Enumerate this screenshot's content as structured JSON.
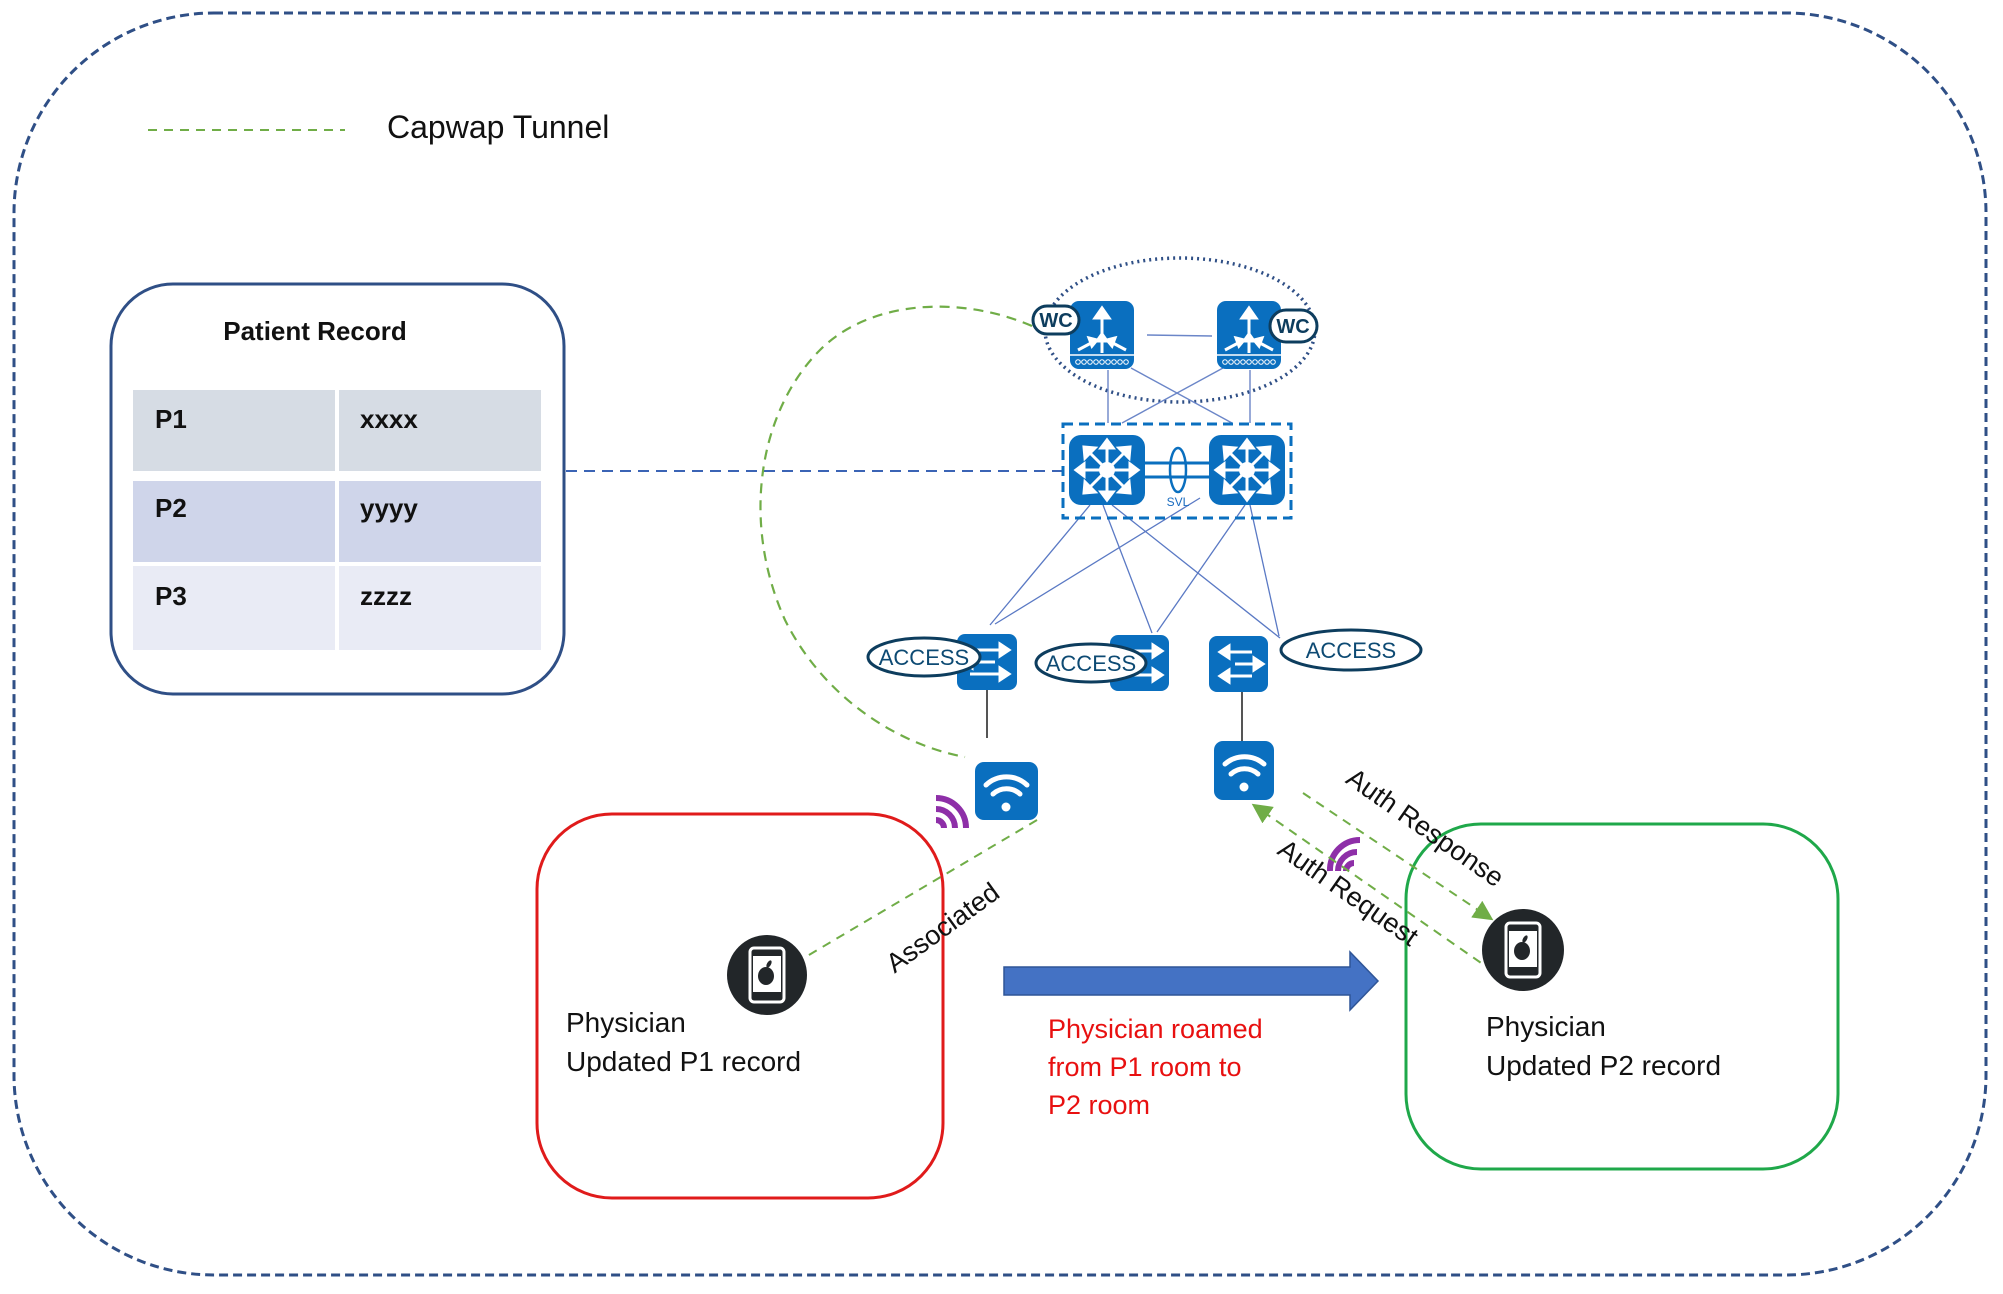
{
  "legend": {
    "capwap_label": "Capwap Tunnel"
  },
  "patient_record": {
    "title": "Patient Record",
    "rows": [
      {
        "id": "P1",
        "value": "xxxx"
      },
      {
        "id": "P2",
        "value": "yyyy"
      },
      {
        "id": "P3",
        "value": "zzzz"
      }
    ]
  },
  "network": {
    "controller_badge": "WC",
    "svl_label": "SVL",
    "access_labels": [
      "ACCESS",
      "ACCESS",
      "ACCESS"
    ]
  },
  "room_p1": {
    "line1": "Physician",
    "line2": "Updated P1 record",
    "link_label": "Associated"
  },
  "roam": {
    "line1": "Physician roamed",
    "line2": "from P1 room to",
    "line3": "P2 room"
  },
  "room_p2": {
    "line1": "Physician",
    "line2": "Updated P2 record",
    "auth_response": "Auth Response",
    "auth_request": "Auth Request"
  },
  "colors": {
    "frame": "#2f4f86",
    "cisco_blue": "#0a6fbf",
    "capwap_green": "#70ad47",
    "room_p1": "#e01b1b",
    "room_p2": "#1fa84a",
    "roam_arrow": "#4472c4",
    "roam_text": "#e81010",
    "wave_purple": "#8e2fa8",
    "row1": "#d6dce4",
    "row2": "#cfd5ea",
    "row3": "#e9ebf5"
  }
}
